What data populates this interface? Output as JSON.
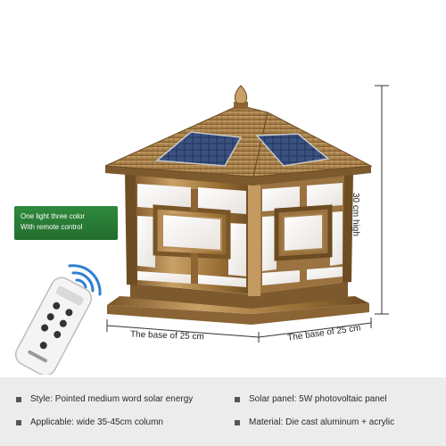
{
  "badge": {
    "line1": "One light three color",
    "line2": "With remote control"
  },
  "dimensions": {
    "height": "30 cm high",
    "base_left": "The base of 25 cm",
    "base_right": "The base of 25 cm"
  },
  "specs": [
    {
      "text": "Style: Pointed medium word solar energy"
    },
    {
      "text": "Solar panel: 5W photovoltaic panel"
    },
    {
      "text": "Applicable: wide 35-45cm column"
    },
    {
      "text": "Material: Die cast aluminum + acrylic"
    }
  ],
  "colors": {
    "bronze": "#b58a4e",
    "bronze_dark": "#6b4b22",
    "panel_blue": "#2c3f6a",
    "glass": "#f1ede9",
    "badge_green": "#2a7d36",
    "wifi_blue": "#2f7fd3",
    "info_bg": "#ececec"
  },
  "icons": [
    "remote-control-icon",
    "wireless-signal-icon",
    "solar-lamp-image"
  ]
}
